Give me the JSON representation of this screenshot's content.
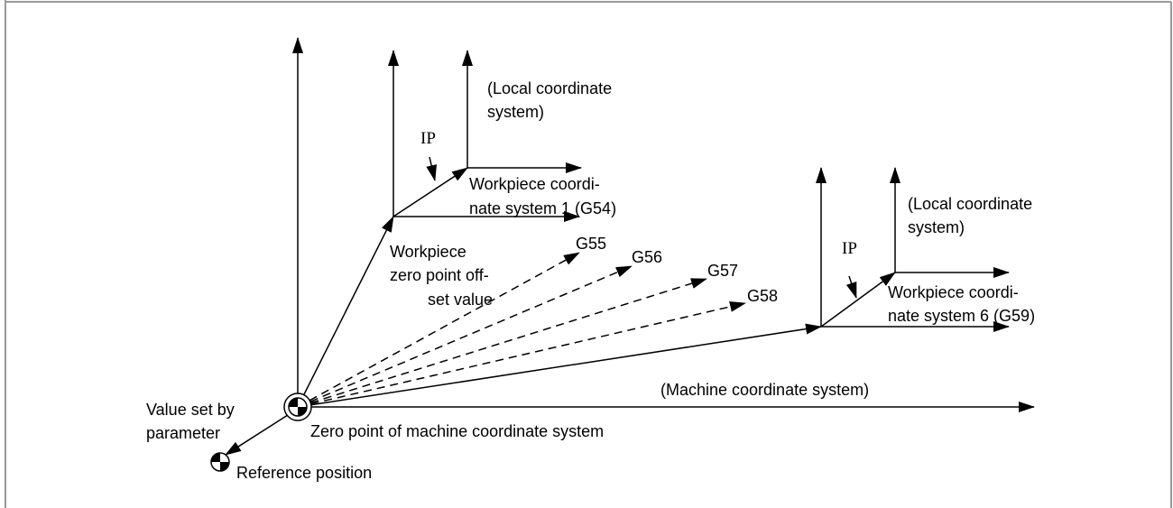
{
  "labels": {
    "local_1_line1": "(Local coordinate",
    "local_1_line2": "system)",
    "ip_1": "IP",
    "wcs1_line1": "Workpiece  coordi-",
    "wcs1_line2": "nate system 1 (G54)",
    "offset_line1": "Workpiece",
    "offset_line2": "zero point off-",
    "offset_line3": "set value",
    "g55": "G55",
    "g56": "G56",
    "g57": "G57",
    "g58": "G58",
    "local_2_line1": "(Local coordinate",
    "local_2_line2": "system)",
    "ip_2": "IP",
    "wcs6_line1": "Workpiece  coordi-",
    "wcs6_line2": "nate system 6 (G59)",
    "machine_cs": "(Machine coordinate system)",
    "value_set_line1": "Value set by",
    "value_set_line2": "parameter",
    "zero_point": "Zero point of machine coordinate system",
    "reference_position": "Reference position"
  }
}
